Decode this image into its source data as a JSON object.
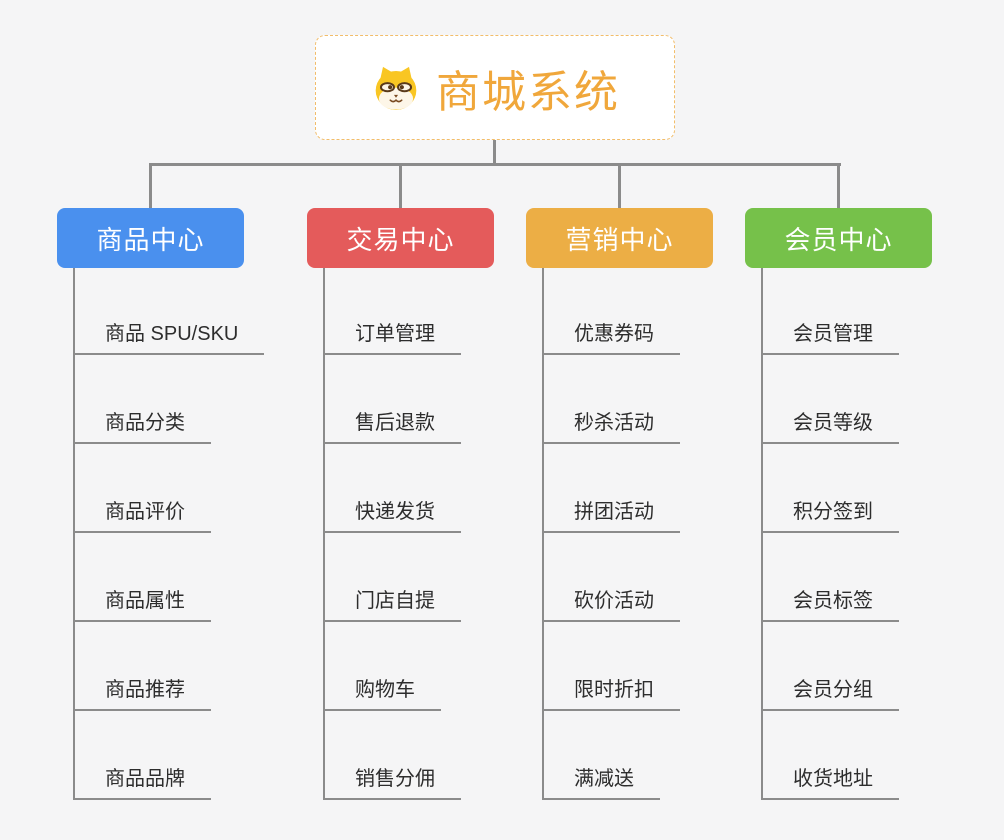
{
  "root": {
    "title": "商城系统",
    "icon": "shiba-dog-icon"
  },
  "branches": [
    {
      "label": "商品中心",
      "color": "#4a90ee",
      "children": [
        "商品 SPU/SKU",
        "商品分类",
        "商品评价",
        "商品属性",
        "商品推荐",
        "商品品牌"
      ]
    },
    {
      "label": "交易中心",
      "color": "#e45b5b",
      "children": [
        "订单管理",
        "售后退款",
        "快递发货",
        "门店自提",
        "购物车",
        "销售分佣"
      ]
    },
    {
      "label": "营销中心",
      "color": "#ecae45",
      "children": [
        "优惠券码",
        "秒杀活动",
        "拼团活动",
        "砍价活动",
        "限时折扣",
        "满减送"
      ]
    },
    {
      "label": "会员中心",
      "color": "#76c14a",
      "children": [
        "会员管理",
        "会员等级",
        "积分签到",
        "会员标签",
        "会员分组",
        "收货地址"
      ]
    }
  ],
  "colors": {
    "background": "#f5f5f6",
    "root_text": "#f0a73b",
    "root_border": "#f2bd6a",
    "connector": "#8b8b8b",
    "leaf_text": "#2d2d2d",
    "branch_text": "#ffffff"
  }
}
